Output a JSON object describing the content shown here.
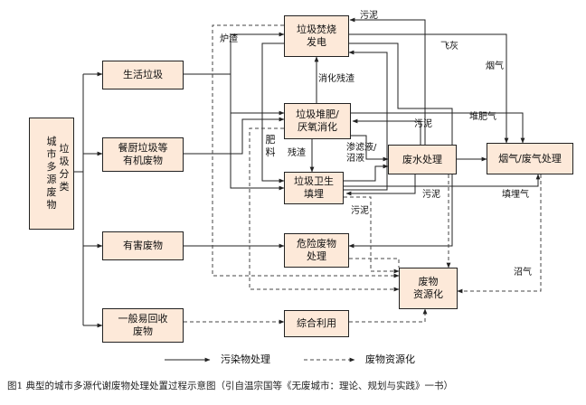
{
  "nodes": {
    "city": "城市多源废物",
    "living": "生活垃圾",
    "kitchen": "餐厨垃圾等\n有机废物",
    "hazardous": "有害废物",
    "general": "一般易回收\n废物",
    "incineration": "垃圾焚烧\n发电",
    "composting": "垃圾堆肥/\n厌氧消化",
    "landfill": "垃圾卫生\n填埋",
    "wastewater": "废水处理",
    "hazard_disposal": "危险废物\n处理",
    "comprehensive": "综合利用",
    "flue_gas": "烟气/废气处理",
    "resource": "废物\n资源化"
  },
  "labels": {
    "sorting": "垃圾分类",
    "sludge_top": "污泥",
    "slag": "炉渣",
    "fly_ash": "飞灰",
    "smoke": "烟气",
    "digestion_residue": "消化残渣",
    "compost_gas": "堆肥气",
    "sludge_mid": "污泥",
    "fertilizer": "肥料",
    "residue": "残渣",
    "leachate": "渗滤液/\n沼液",
    "sludge_low": "污泥",
    "landfill_gas": "填埋气",
    "sludge_bottom": "污泥",
    "biogas": "沼气"
  },
  "legend": {
    "solid": "污染物处理",
    "dashed": "废物资源化"
  },
  "caption": "图1 典型的城市多源代谢废物处理处置过程示意图（引自温宗国等《无废城市：理论、规划与实践》一书）"
}
